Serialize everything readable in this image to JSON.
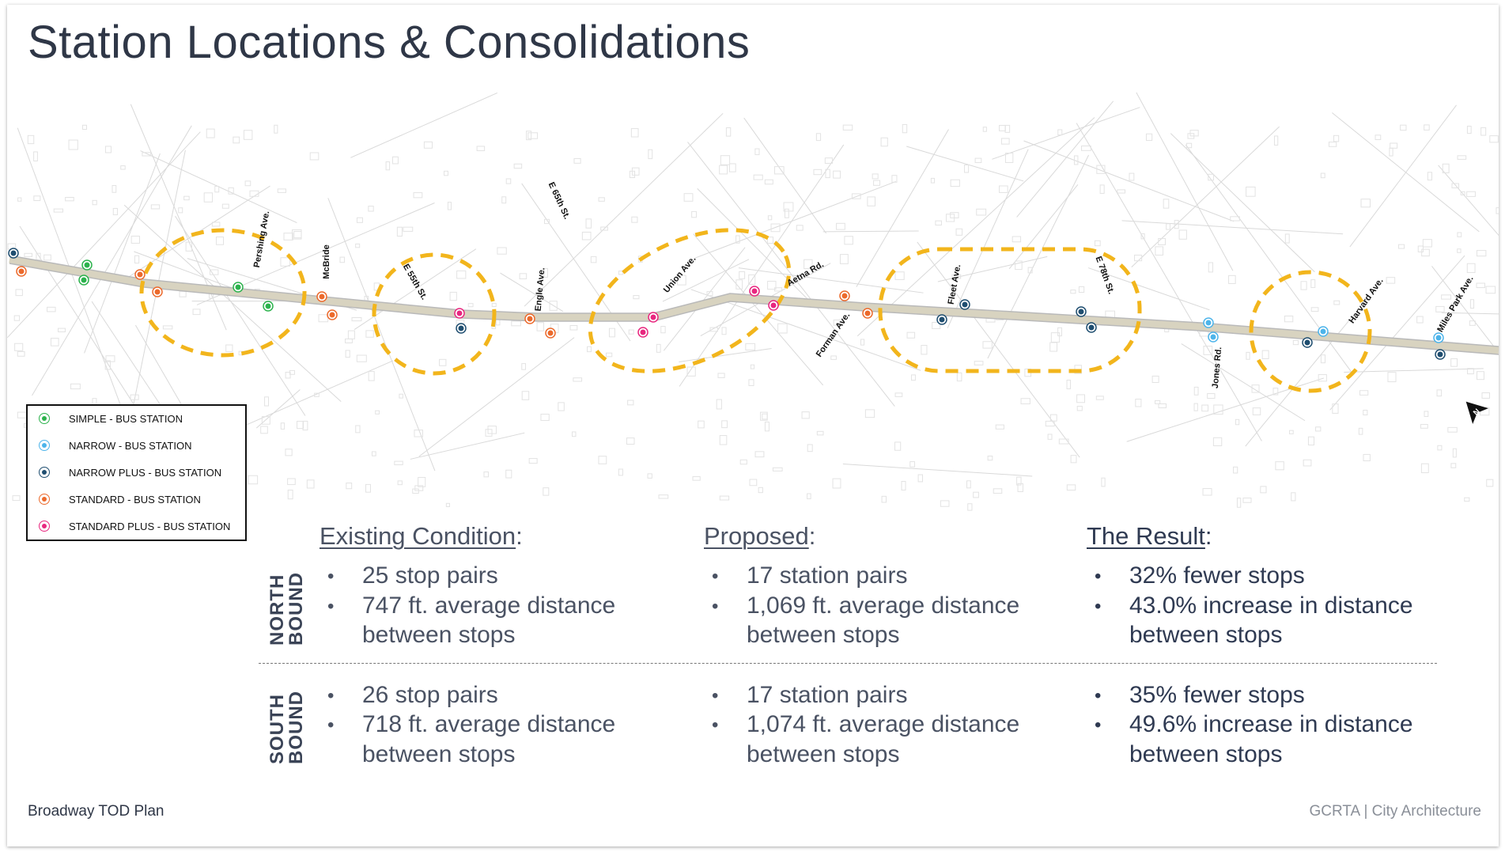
{
  "title": "Station Locations & Consolidations",
  "legend": [
    {
      "label": "SIMPLE - BUS STATION",
      "color": "#2bb24c"
    },
    {
      "label": "NARROW - BUS STATION",
      "color": "#4db4ea"
    },
    {
      "label": "NARROW PLUS  - BUS STATION",
      "color": "#1f4e70"
    },
    {
      "label": "STANDARD - BUS STATION",
      "color": "#ec6a2c"
    },
    {
      "label": "STANDARD PLUS - BUS STATION",
      "color": "#e8277f"
    }
  ],
  "streets": [
    "Pershing Ave.",
    "McBride",
    "E 55th St.",
    "E 65th St.",
    "Engle Ave.",
    "Union Ave.",
    "Aetna Rd.",
    "Forman Ave.",
    "Fleet Ave.",
    "E 78th St.",
    "Jones Rd.",
    "Harvard Ave.",
    "Miles Park Ave."
  ],
  "north_arrow": "N",
  "colors": {
    "consolidation": "#f2b51c",
    "road": "#d8d3c0",
    "text": "#3a4356"
  },
  "sections": {
    "northbound_label": [
      "NORTH",
      "BOUND"
    ],
    "southbound_label": [
      "SOUTH",
      "BOUND"
    ],
    "existing": {
      "heading": "Existing Condition",
      "north": [
        "25 stop pairs",
        "747 ft. average distance",
        "between stops"
      ],
      "south": [
        "26 stop pairs",
        "718 ft. average distance",
        "between stops"
      ]
    },
    "proposed": {
      "heading": "Proposed",
      "north": [
        "17 station pairs",
        "1,069 ft. average distance",
        "between stops"
      ],
      "south": [
        "17 station pairs",
        "1,074 ft. average distance",
        "between stops"
      ]
    },
    "result": {
      "heading": "The Result",
      "north": [
        "32% fewer stops",
        "43.0% increase in distance",
        "between stops"
      ],
      "south": [
        "35% fewer stops",
        "49.6% increase in distance",
        "between stops"
      ]
    },
    "colon": ":",
    "bullet": "•"
  },
  "footer": {
    "left": "Broadway TOD Plan",
    "right": "GCRTA | City Architecture"
  }
}
